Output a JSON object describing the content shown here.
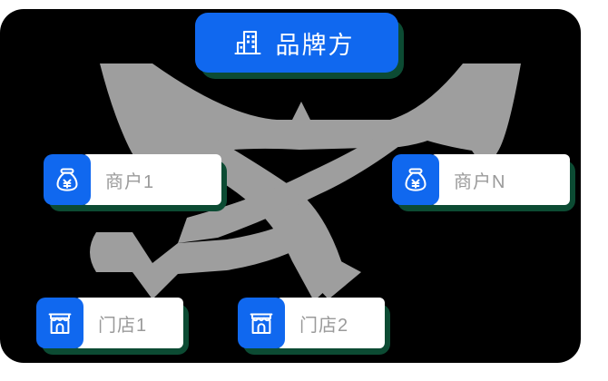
{
  "diagram": {
    "title_node": {
      "id": "brand",
      "label": "品牌方",
      "icon": "building-icon",
      "style": "solid-blue-pill"
    },
    "merchant_nodes": [
      {
        "id": "merchant-1",
        "label": "商户1",
        "icon": "money-bag-icon"
      },
      {
        "id": "merchant-n",
        "label": "商户N",
        "icon": "money-bag-icon"
      }
    ],
    "store_nodes": [
      {
        "id": "store-1",
        "label": "门店1",
        "icon": "storefront-icon"
      },
      {
        "id": "store-2",
        "label": "门店2",
        "icon": "storefront-icon"
      }
    ],
    "connectors": {
      "style": "gray-tapered-ribbon-arrows",
      "color": "#9e9e9e",
      "edges": [
        {
          "from": "merchant-1",
          "to": "brand"
        },
        {
          "from": "merchant-n",
          "to": "brand"
        },
        {
          "from": "store-1",
          "to": "merchant-1"
        },
        {
          "from": "store-1",
          "to": "merchant-n"
        },
        {
          "from": "store-2",
          "to": "merchant-1"
        },
        {
          "from": "store-2",
          "to": "merchant-n"
        }
      ]
    },
    "colors": {
      "panel_background": "#000000",
      "page_background": "#ffffff",
      "accent_blue": "#1068ef",
      "shadow_green": "#0c4b33",
      "connector_gray": "#9e9e9e",
      "card_surface": "#ffffff",
      "label_text": "#9a9a9a",
      "brand_text": "#ffffff"
    }
  }
}
